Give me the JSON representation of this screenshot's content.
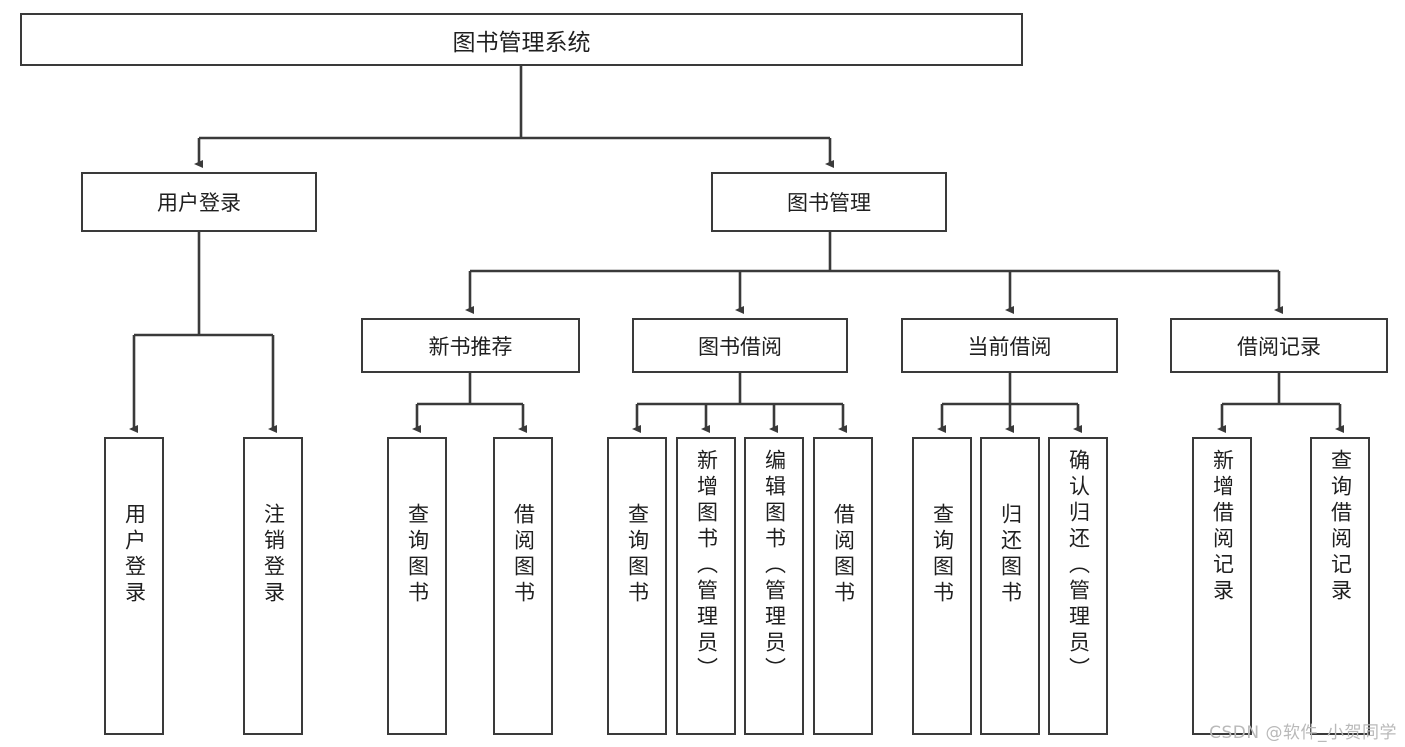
{
  "diagram": {
    "type": "tree",
    "title": "图书管理系统",
    "root": {
      "label": "图书管理系统"
    },
    "level2": [
      {
        "label": "用户登录"
      },
      {
        "label": "图书管理"
      }
    ],
    "level3": [
      {
        "label": "新书推荐"
      },
      {
        "label": "图书借阅"
      },
      {
        "label": "当前借阅"
      },
      {
        "label": "借阅记录"
      }
    ],
    "leaves": {
      "user_login": [
        {
          "label": "用户登录",
          "short": true
        },
        {
          "label": "注销登录",
          "short": true
        }
      ],
      "new_book_recommend": [
        {
          "label": "查询图书",
          "short": true
        },
        {
          "label": "借阅图书",
          "short": true
        }
      ],
      "book_borrow": [
        {
          "label": "查询图书",
          "short": true
        },
        {
          "label": "新增图书（管理员）",
          "short": false
        },
        {
          "label": "编辑图书（管理员）",
          "short": false
        },
        {
          "label": "借阅图书",
          "short": true
        }
      ],
      "current_borrow": [
        {
          "label": "查询图书",
          "short": true
        },
        {
          "label": "归还图书",
          "short": true
        },
        {
          "label": "确认归还（管理员）",
          "short": false
        }
      ],
      "borrow_record": [
        {
          "label": "新增借阅记录",
          "short": true
        },
        {
          "label": "查询借阅记录",
          "short": true
        }
      ]
    }
  },
  "watermark": {
    "text": "CSDN @软件_小贺同学"
  },
  "colors": {
    "stroke": "#3a3a3a",
    "fill": "#ffffff",
    "text": "#1f1f1f",
    "watermark": "#b9b9b9"
  }
}
